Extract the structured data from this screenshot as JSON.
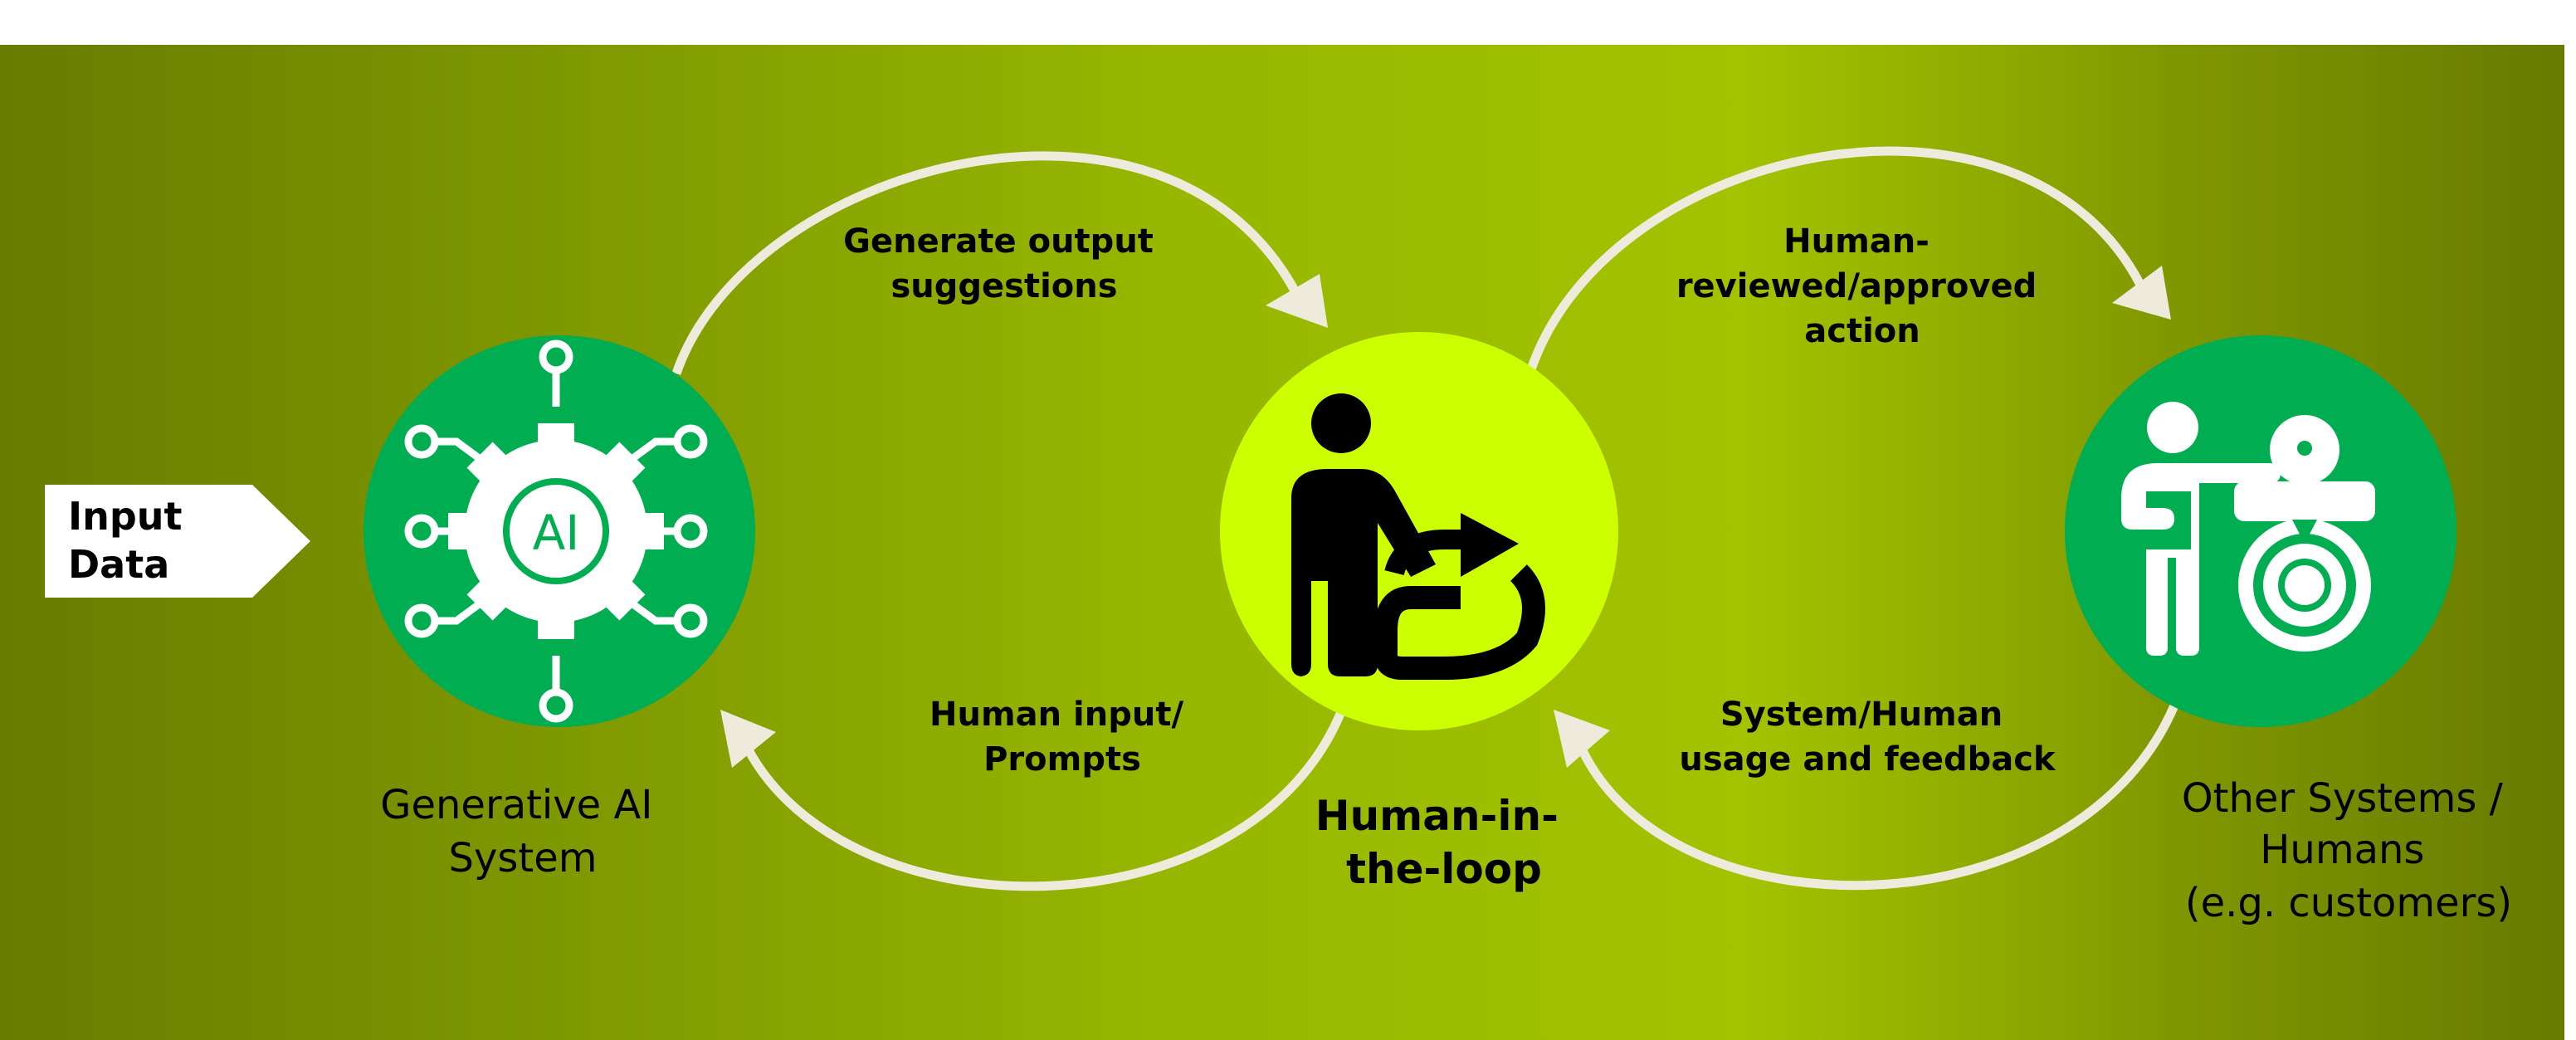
{
  "input_box": {
    "line1": "Input",
    "line2": "Data"
  },
  "nodes": {
    "ai": {
      "line1": "Generative AI",
      "line2": "System"
    },
    "hitl": {
      "line1": "Human-in-",
      "line2": "the-loop"
    },
    "others": {
      "line1": "Other Systems /",
      "line2": "Humans",
      "line3": "(e.g. customers)"
    }
  },
  "arrows": {
    "generate": {
      "line1": "Generate output",
      "line2": "suggestions"
    },
    "prompts": {
      "line1": "Human input/",
      "line2": "Prompts"
    },
    "approved": {
      "line1": "Human-",
      "line2": "reviewed/approved",
      "line3": "action"
    },
    "feedback": {
      "line1": "System/Human",
      "line2": "usage and feedback"
    }
  },
  "icons": {
    "ai": "ai-gear-network-icon",
    "hitl": "human-pushing-loop-icon",
    "others": "person-presenting-gear-idea-icon"
  },
  "colors": {
    "band_dark": "#687c00",
    "band_light": "#a3c300",
    "node_green": "#00ad50",
    "hitl_lime": "#ccff00",
    "arrow": "#eeebdc"
  }
}
